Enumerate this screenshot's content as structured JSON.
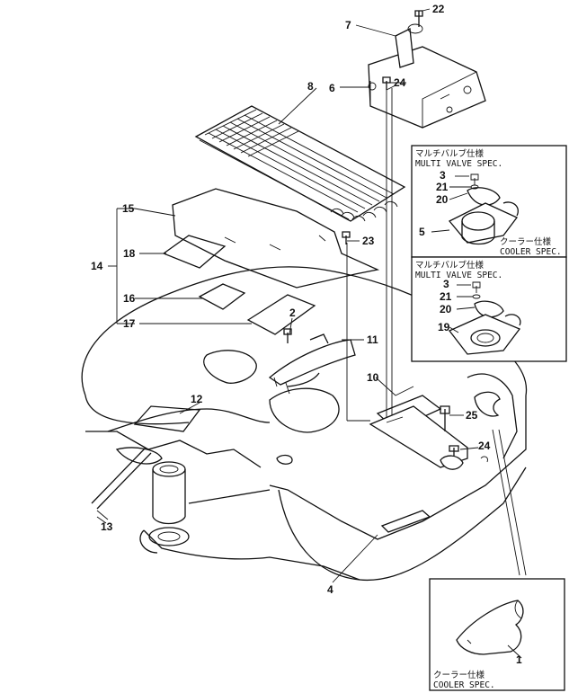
{
  "callouts": {
    "c1": "1",
    "c2": "2",
    "c3a": "3",
    "c3b": "3",
    "c4": "4",
    "c5": "5",
    "c6": "6",
    "c7": "7",
    "c8": "8",
    "c10": "10",
    "c11": "11",
    "c12": "12",
    "c13": "13",
    "c14": "14",
    "c15": "15",
    "c16": "16",
    "c17": "17",
    "c18": "18",
    "c19": "19",
    "c20a": "20",
    "c20b": "20",
    "c21a": "21",
    "c21b": "21",
    "c22": "22",
    "c23": "23",
    "c24a": "24",
    "c24b": "24",
    "c25": "25"
  },
  "insets": {
    "multi_valve_1": {
      "line_jp": "マルチバルブ仕様",
      "line_en": "MULTI VALVE SPEC."
    },
    "cooler_1": {
      "line_jp": "クーラー仕様",
      "line_en": "COOLER SPEC."
    },
    "multi_valve_2": {
      "line_jp": "マルチバルブ仕様",
      "line_en": "MULTI VALVE SPEC."
    },
    "cooler_2": {
      "line_jp": "クーラー仕様",
      "line_en": "COOLER SPEC."
    }
  }
}
